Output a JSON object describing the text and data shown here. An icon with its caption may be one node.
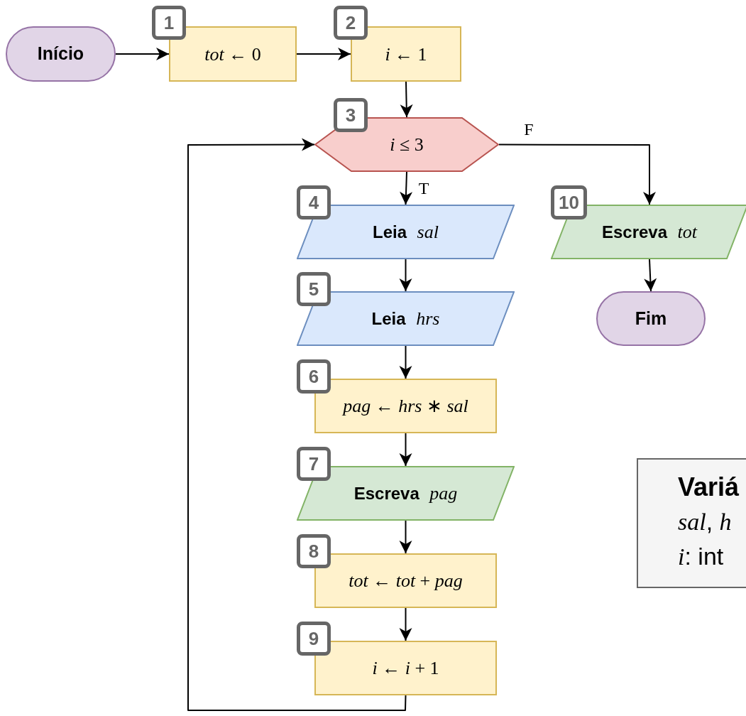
{
  "diagram": {
    "nodes": [
      {
        "text": [
          "Início"
        ]
      },
      {
        "text": [
          "*tot* ← 0"
        ],
        "beside": [
          "1"
        ]
      },
      {
        "text": [
          "*i* ← 1"
        ],
        "beside": [
          "2"
        ]
      },
      {
        "text": [
          "*i* ≤ 3"
        ],
        "beside": [
          "3"
        ]
      },
      {
        "text": [
          "**Leia** *sal*"
        ],
        "beside": [
          "4"
        ]
      },
      {
        "text": [
          "**Leia** *hrs*"
        ],
        "beside": [
          "5"
        ]
      },
      {
        "text": [
          "*pag* ← *hrs* ∗ *sal*"
        ],
        "beside": [
          "6"
        ]
      },
      {
        "text": [
          "**Escreva** *pag*"
        ],
        "beside": [
          "7"
        ]
      },
      {
        "text": [
          "*tot* ← *tot* + *pag*"
        ],
        "beside": [
          "8"
        ]
      },
      {
        "text": [
          "*i* ← *i* + 1"
        ],
        "beside": [
          "9"
        ]
      },
      {
        "text": [
          "**Escreva** *tot*"
        ],
        "beside": [
          "10"
        ]
      },
      {
        "text": [
          "Fim"
        ]
      },
      {
        "text": [
          "Variá",
          "*sal*, *h*",
          "*i*: int"
        ]
      }
    ],
    "edges": [
      {
        "from": 0,
        "to": 1,
        "arrow": "to"
      },
      {
        "from": 1,
        "to": 2,
        "arrow": "to"
      },
      {
        "from": 2,
        "to": 3,
        "arrow": "to"
      },
      {
        "from": 3,
        "to": 4,
        "arrow": "to",
        "label": "T"
      },
      {
        "from": 3,
        "to": 10,
        "arrow": "to",
        "label": "F"
      },
      {
        "from": 4,
        "to": 5,
        "arrow": "to"
      },
      {
        "from": 5,
        "to": 6,
        "arrow": "to"
      },
      {
        "from": 6,
        "to": 7,
        "arrow": "to"
      },
      {
        "from": 7,
        "to": 8,
        "arrow": "to"
      },
      {
        "from": 8,
        "to": 9,
        "arrow": "to"
      },
      {
        "from": 9,
        "to": 3,
        "arrow": "to"
      },
      {
        "from": 10,
        "to": 11,
        "arrow": "to"
      }
    ]
  }
}
